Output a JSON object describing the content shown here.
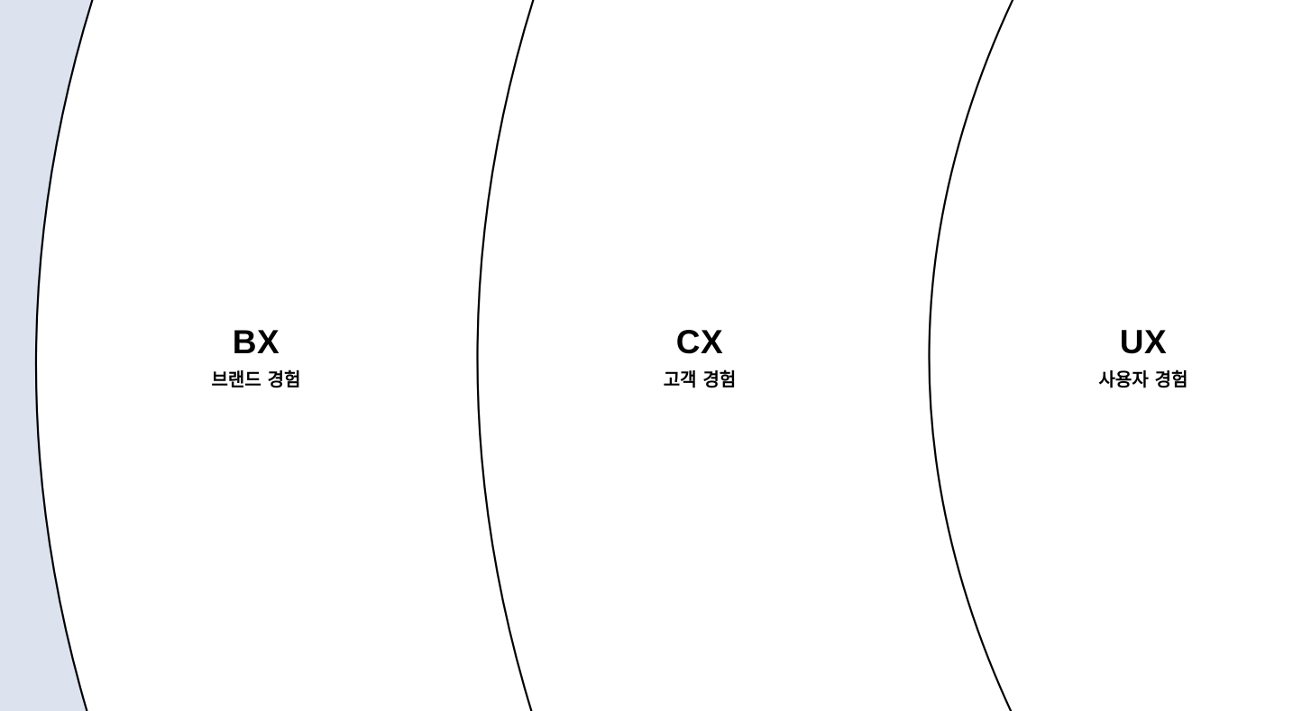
{
  "diagram": {
    "background_color": "#dde3ee",
    "fill_color": "#ffffff",
    "stroke_color": "#000000",
    "layers": [
      {
        "id": "bx",
        "abbr": "BX",
        "desc": "브랜드 경험"
      },
      {
        "id": "cx",
        "abbr": "CX",
        "desc": "고객 경험"
      },
      {
        "id": "ux",
        "abbr": "UX",
        "desc": "사용자 경험"
      }
    ]
  }
}
